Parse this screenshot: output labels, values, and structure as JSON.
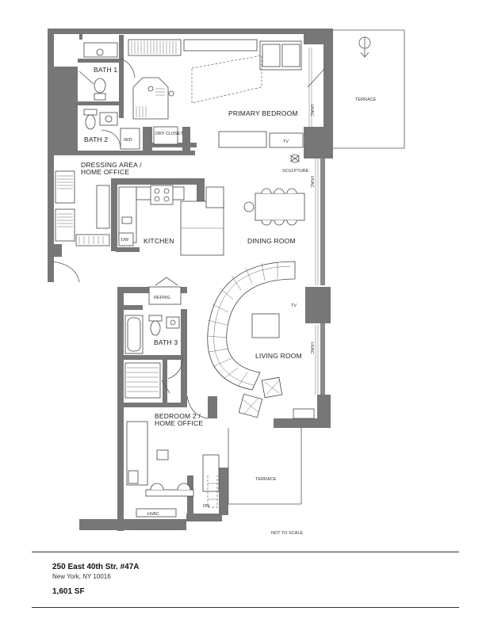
{
  "rooms": {
    "bath1": "BATH 1",
    "bath2": "BATH 2",
    "bath3": "BATH 3",
    "primary_bedroom": "PRIMARY BEDROOM",
    "dressing_area": "DRESSING AREA /",
    "dressing_area_2": "HOME OFFICE",
    "kitchen": "KITCHEN",
    "dining_room": "DINING ROOM",
    "living_room": "LIVING ROOM",
    "bedroom2": "BEDROOM 2 /",
    "bedroom2_2": "HOME OFFICE",
    "terrace_top": "TERRACE",
    "terrace_bottom": "TERRACE"
  },
  "fixtures": {
    "hvac": "HVAC",
    "tv": "TV",
    "dw": "DW",
    "refrig": "REFRIG",
    "sculpture": "SCULPTURE",
    "wd": "W/D",
    "dry_closet": "DRY CLOSET",
    "dn": "DN"
  },
  "scale_note": "NOT TO SCALE",
  "listing": {
    "address_line1": "250 East 40th Str. #47A",
    "address_line2": "New York, NY 10016",
    "area": "1,601 SF"
  },
  "colors": {
    "wall": "#777777",
    "background": "#ffffff",
    "text": "#222222"
  }
}
